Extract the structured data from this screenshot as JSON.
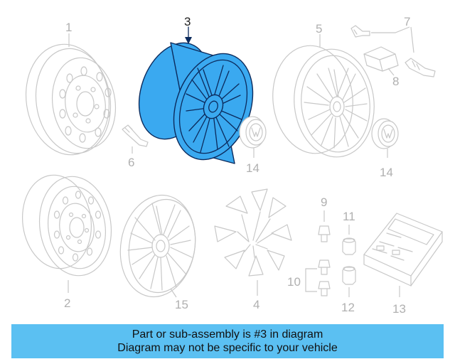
{
  "callouts": {
    "c1": "1",
    "c2": "2",
    "c3": "3",
    "c4": "4",
    "c5": "5",
    "c6": "6",
    "c7": "7",
    "c8": "8",
    "c9": "9",
    "c10": "10",
    "c11": "11",
    "c12": "12",
    "c13": "13",
    "c14a": "14",
    "c14b": "14",
    "c15": "15"
  },
  "highlighted_part": "3",
  "colors": {
    "highlight_fill": "#3aa9f0",
    "highlight_outline": "#0b2a5c",
    "banner_bg": "#5bc0f2",
    "line_art": "#c8c8c8"
  },
  "banner": {
    "line1": "Part or sub-assembly is #3 in diagram",
    "line2": "Diagram may not be specific to your vehicle"
  }
}
